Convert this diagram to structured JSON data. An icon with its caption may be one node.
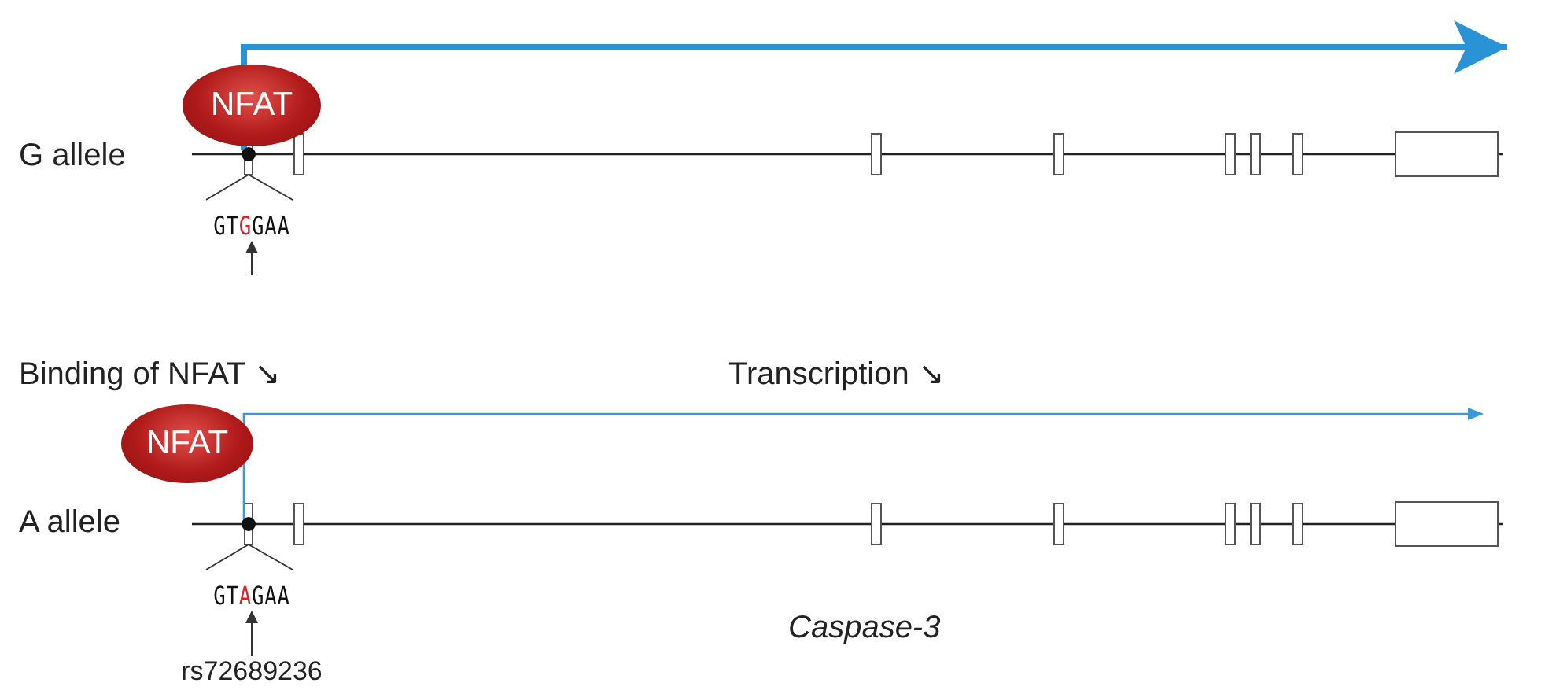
{
  "diagram": {
    "nodes": [
      {
        "text": [
          "NFAT"
        ]
      },
      {
        "text": [
          "GTGGAA"
        ]
      },
      {
        "text": [
          "NFAT"
        ]
      },
      {
        "text": [
          "GTAGAA"
        ]
      },
      {
        "text": [
          "rs72689236"
        ]
      }
    ],
    "edges": [
      {
        "from": null,
        "to": 1,
        "arrow": "to"
      },
      {
        "from": 4,
        "to": 3,
        "arrow": "to"
      }
    ],
    "labels": [
      "G allele",
      "Binding of NFAT ↘",
      "Transcription ↘",
      "A allele",
      "Caspase-3"
    ]
  }
}
